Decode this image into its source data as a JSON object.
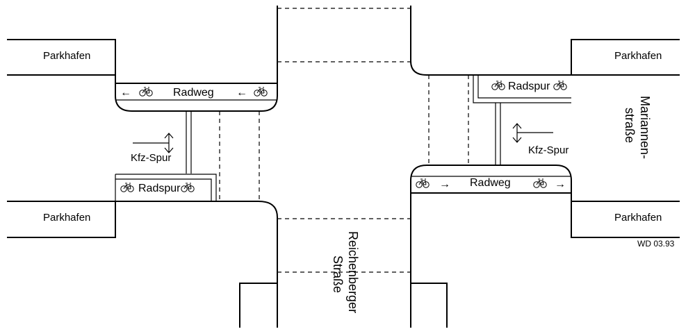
{
  "labels": {
    "parkhafen": "Parkhafen",
    "radweg": "Radweg",
    "radspur": "Radspur",
    "kfz_spur": "Kfz-Spur",
    "arrow_left": "←",
    "arrow_right": "→",
    "street_marianne_1": "Mariannen-",
    "street_marianne_2": "straße",
    "street_reichen_1": "Reichenberger",
    "street_reichen_2": "Straße",
    "credit": "WD 03.93"
  }
}
